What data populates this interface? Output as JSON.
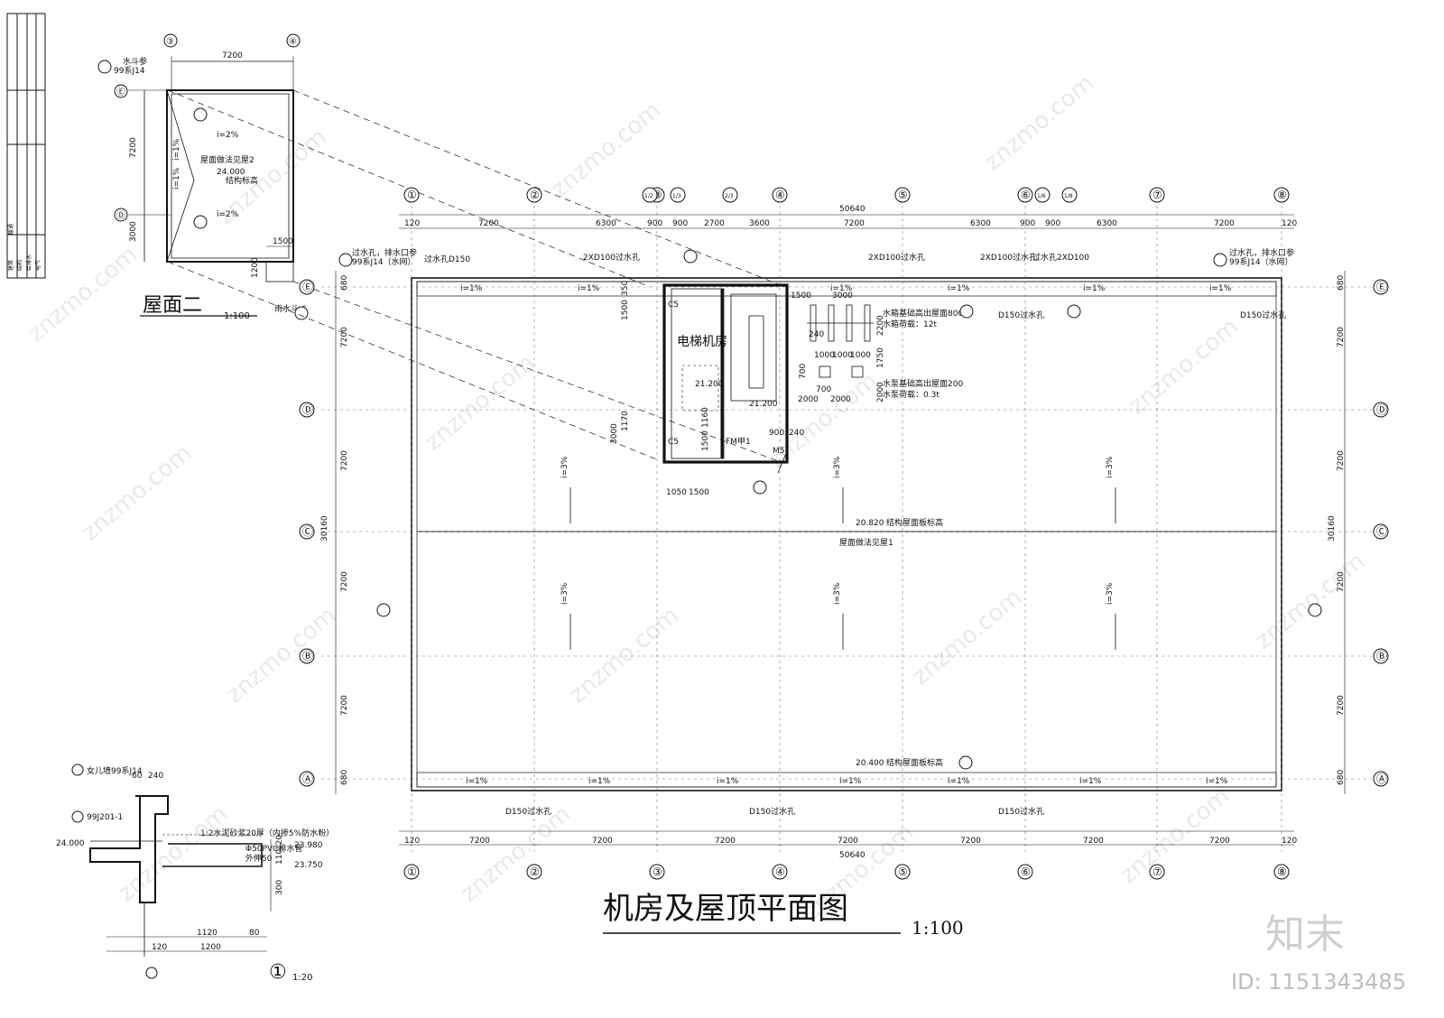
{
  "titles": {
    "main": "机房及屋顶平面图",
    "main_scale": "1:100",
    "roof_two": "屋面二",
    "roof_two_scale": "1:100",
    "detail_scale": "1:20",
    "detail_number": "①"
  },
  "axes": {
    "columns": [
      "①",
      "②",
      "③",
      "④",
      "⑤",
      "⑥",
      "⑦",
      "⑧"
    ],
    "rows": [
      "Ⓐ",
      "Ⓑ",
      "Ⓒ",
      "Ⓓ",
      "Ⓔ"
    ],
    "sub_columns": [
      "1/2",
      "1/3",
      "2/3",
      "1/6",
      "1/8"
    ]
  },
  "dimensions": {
    "total_width": "50640",
    "total_depth": "30160",
    "bay": "7200",
    "top_row": [
      "120",
      "7200",
      "6300",
      "900",
      "900",
      "2700",
      "3600",
      "7200",
      "6300",
      "900",
      "900",
      "6300",
      "7200",
      "120"
    ],
    "bottom_row": [
      "120",
      "7200",
      "7200",
      "7200",
      "7200",
      "7200",
      "7200",
      "7200",
      "120"
    ],
    "side": [
      "680",
      "7200",
      "7200",
      "7200",
      "7200",
      "680"
    ],
    "roof_two": [
      "7200",
      "7200",
      "3000",
      "1500",
      "1200"
    ],
    "machine_room": [
      "1500",
      "3000",
      "240",
      "2200",
      "1000",
      "1000",
      "1000",
      "1750",
      "700",
      "700",
      "2000",
      "2000",
      "2000",
      "1500",
      "350",
      "1170",
      "1500",
      "3000",
      "1160",
      "1500",
      "1050",
      "1500",
      "900",
      "240"
    ],
    "detail": [
      "60",
      "240",
      "1120",
      "1200",
      "80",
      "120",
      "300",
      "110",
      "120"
    ]
  },
  "labels": {
    "machine_room": "电梯机房",
    "elev_2120_a": "21.200",
    "elev_2120_b": "21.200",
    "elev_2082": "20.820",
    "elev_2082_note": "结构屋面板标高",
    "elev_2040": "20.400",
    "elev_2040_note": "结构屋面板标高",
    "elev_24000": "24.000",
    "elev_24000_note": "结构标高",
    "roof_method1": "屋面做法见屋1",
    "roof_method2": "屋面做法见屋2",
    "slope_1": "i=1%",
    "slope_2": "i=2%",
    "slope_3": "i=3%",
    "water_tank_1": "水箱基础高出屋面800",
    "water_tank_1_load": "水箱荷载：12t",
    "water_pump": "水泵基础高出屋面200",
    "water_pump_load": "水泵荷载：0.3t",
    "drain_d150": "D150过水孔",
    "overflow_d150": "过水孔D150",
    "drain_2xd100": "2XD100过水孔",
    "drain_2xd100b": "过水孔2XD100",
    "downpipe_note": "过水孔，排水口参",
    "downpipe_ref": "99系J14（水网）",
    "door_c5": "C5",
    "door_fm": "FM甲1",
    "door_m5": "M5",
    "detail_waterproof": "女儿墙99系J14",
    "detail_j201": "99J201-1",
    "detail_mortar": "1:2水泥砂浆20厚（内掺5%防水粉）",
    "detail_pvc": "Φ50PVC排水管",
    "detail_pvc2": "外伸50",
    "detail_elev1": "23.980",
    "detail_elev2": "23.750",
    "detail_elev0": "24.000",
    "roof_two_water": "水斗参",
    "roof_two_ref": "99系J14",
    "roof_two_inlet": "雨水斗-6"
  },
  "title_block": [
    "建筑",
    "结构",
    "给排水",
    "电气",
    "暖通"
  ],
  "branding": {
    "logo_text": "知末",
    "id_text": "ID: 1151343485",
    "watermark": "znzmo.com"
  },
  "colors": {
    "line": "#111111",
    "dash": "#333333",
    "watermark": "#d8d8d8"
  }
}
